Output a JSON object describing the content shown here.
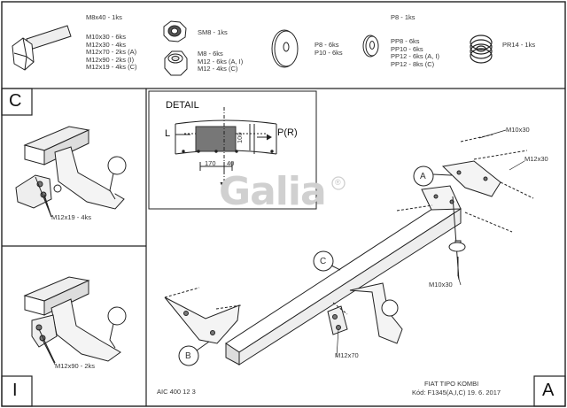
{
  "parts": {
    "bolt": {
      "lines": [
        "M8x40 - 1ks",
        "M10x30 - 6ks",
        "M12x30 - 4ks",
        "M12x70 - 2ks (A)",
        "M12x90 - 2ks (I)",
        "M12x19 - 4ks (C)"
      ]
    },
    "locknut": {
      "lines": [
        "SM8 - 1ks"
      ]
    },
    "nut": {
      "lines": [
        "M8 - 6ks",
        "M12 - 6ks (A, I)",
        "M12 - 4ks (C)"
      ]
    },
    "washer_large": {
      "lines": [
        "P8 - 6ks",
        "P10 - 6ks"
      ]
    },
    "washer_small": {
      "header": "P8 - 1ks",
      "lines": [
        "PP8 - 6ks",
        "PP10 - 6ks",
        "PP12 - 6ks (A, I)",
        "PP12 - 8ks (C)"
      ]
    },
    "spring": {
      "lines": [
        "PR14 - 1ks"
      ]
    }
  },
  "detail": {
    "title": "DETAIL",
    "left": "L",
    "right": "P(R)",
    "dim_width": "170",
    "dim_offset": "40",
    "dim_height": "100"
  },
  "panels": {
    "c_letter": "C",
    "i_letter": "I",
    "a_letter": "A",
    "c_bolt": "M12x19 - 4ks",
    "i_bolt": "M12x90 - 2ks"
  },
  "main": {
    "callout_a": "A",
    "callout_b": "B",
    "callout_c": "C",
    "bolt_m10x30_top": "M10x30",
    "bolt_m12x30": "M12x30",
    "bolt_m10x30_bottom": "M10x30",
    "bolt_m12x70": "M12x70"
  },
  "logo": {
    "text": "Galia",
    "mark": "®"
  },
  "footer": {
    "code": "AIC 400 12 3",
    "model": "FIAT TIPO KOMBI",
    "drawing": "Kód: F1345(A,I,C)  19. 6. 2017"
  }
}
